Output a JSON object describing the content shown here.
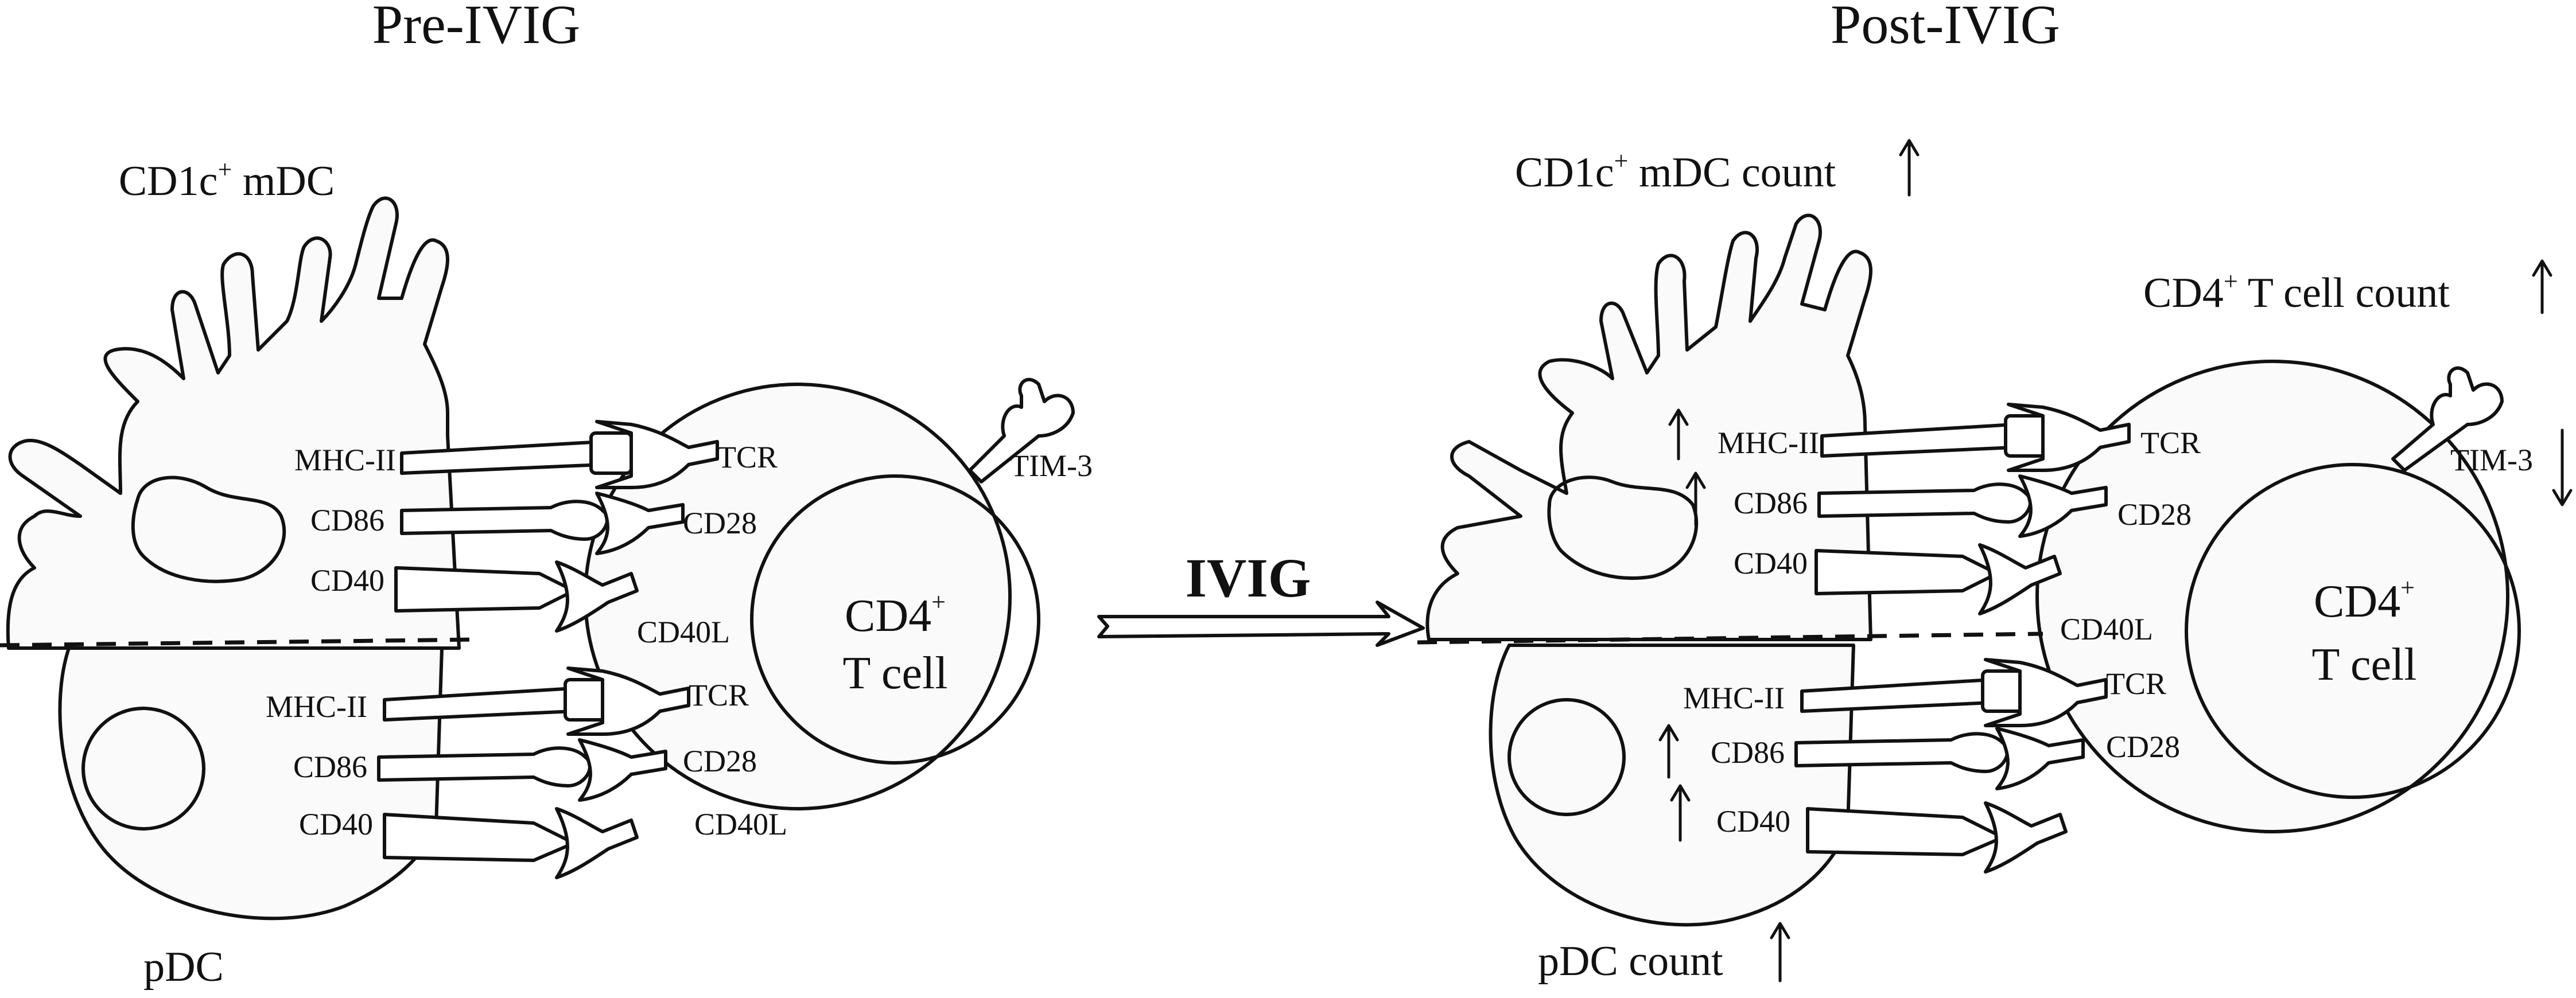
{
  "titles": {
    "pre": "Pre-IVIG",
    "post": "Post-IVIG"
  },
  "pre": {
    "mdc_label": "CD1c",
    "mdc_label_sup": "+",
    "mdc_label_rest": " mDC",
    "pdc_label": "pDC",
    "tcell_line1": "CD4",
    "tcell_sup": "+",
    "tcell_line2": "T cell",
    "tim3": "TIM-3",
    "mdc_molecules": {
      "mhc": "MHC-II",
      "cd86": "CD86",
      "cd40": "CD40"
    },
    "mdc_receptors": {
      "tcr": "TCR",
      "cd28": "CD28",
      "cd40l": "CD40L"
    },
    "pdc_molecules": {
      "mhc": "MHC-II",
      "cd86": "CD86",
      "cd40": "CD40"
    },
    "pdc_receptors": {
      "tcr": "TCR",
      "cd28": "CD28",
      "cd40l": "CD40L"
    }
  },
  "ivig_label": "IVIG",
  "post": {
    "mdc_count_a": "CD1c",
    "mdc_count_sup": "+",
    "mdc_count_b": " mDC count",
    "tcell_count_a": "CD4",
    "tcell_count_sup": "+",
    "tcell_count_b": " T cell count",
    "pdc_count": "pDC count",
    "tcell_line1": "CD4",
    "tcell_sup": "+",
    "tcell_line2": "T cell",
    "tim3": "TIM-3",
    "mdc_molecules": {
      "mhc": "MHC-II",
      "cd86": "CD86",
      "cd40": "CD40"
    },
    "mdc_receptors": {
      "tcr": "TCR",
      "cd28": "CD28",
      "cd40l": "CD40L"
    },
    "pdc_molecules": {
      "mhc": "MHC-II",
      "cd86": "CD86",
      "cd40": "CD40"
    },
    "pdc_receptors": {
      "tcr": "TCR",
      "cd28": "CD28"
    }
  },
  "changes": {
    "up_arrow": "up-arrow-icon",
    "down_arrow": "down-arrow-icon",
    "ivig_arrow": "right-block-arrow-icon"
  }
}
